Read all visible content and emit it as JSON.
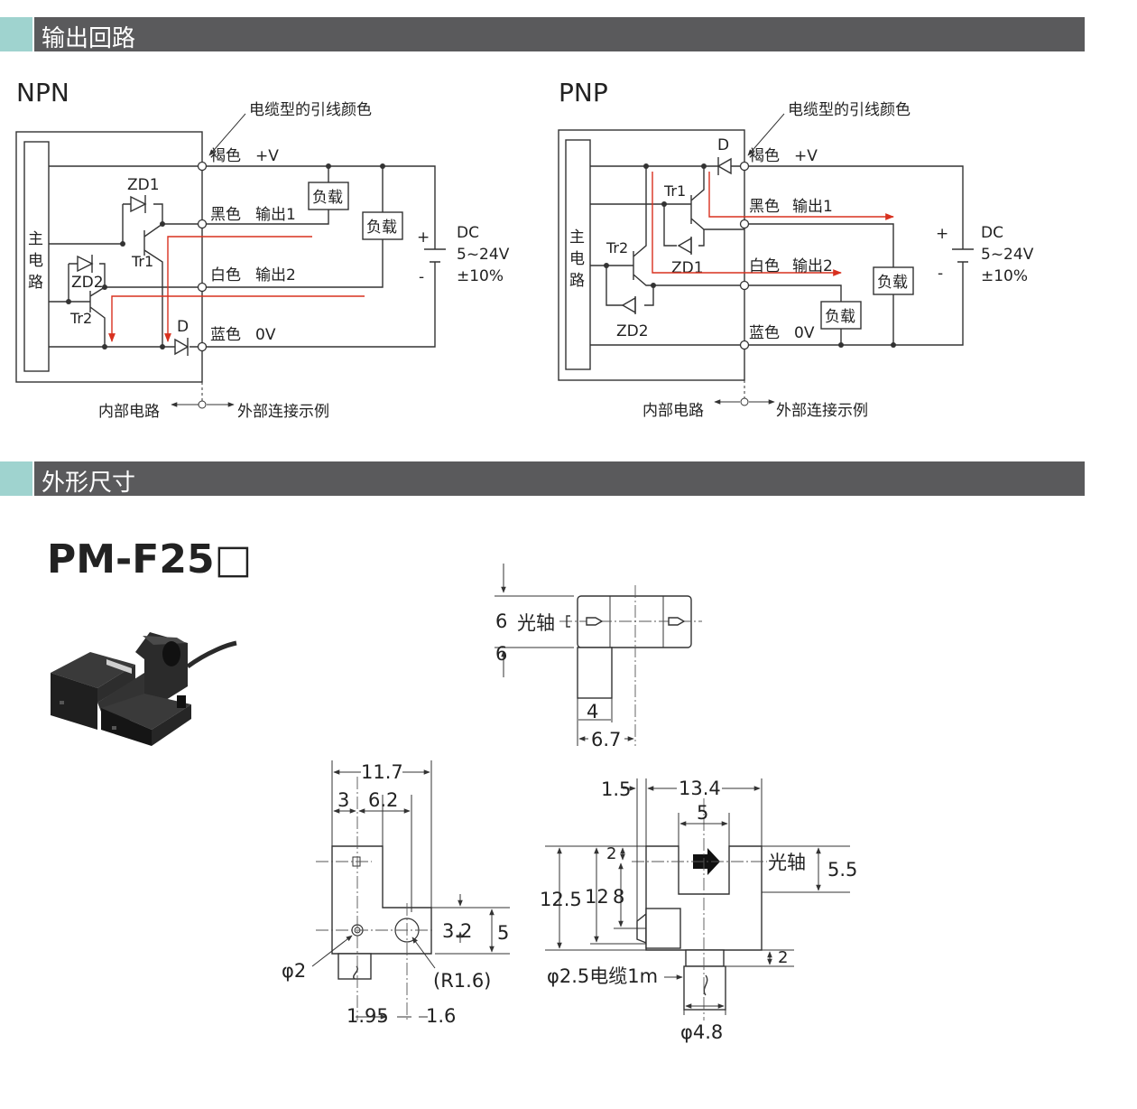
{
  "sections": {
    "output_circuit_title": "输出回路",
    "dimensions_title": "外形尺寸"
  },
  "npn": {
    "title": "NPN",
    "cable_note": "电缆型的引线颜色",
    "main_circuit_chars": [
      "主",
      "电",
      "路"
    ],
    "wires": {
      "brown": "褐色",
      "plus_v": "+V",
      "black": "黑色",
      "out1": "输出1",
      "white": "白色",
      "out2": "输出2",
      "blue": "蓝色",
      "zero_v": "0V"
    },
    "components": {
      "zd1": "ZD1",
      "zd2": "ZD2",
      "tr1": "Tr1",
      "tr2": "Tr2",
      "d": "D"
    },
    "load": "负载",
    "supply": {
      "plus": "+",
      "minus": "-",
      "dc": "DC",
      "range": "5~24V",
      "tol": "±10%"
    },
    "internal": "内部电路",
    "external": "外部连接示例"
  },
  "pnp": {
    "title": "PNP",
    "cable_note": "电缆型的引线颜色",
    "main_circuit_chars": [
      "主",
      "电",
      "路"
    ],
    "wires": {
      "brown": "褐色",
      "plus_v": "+V",
      "black": "黑色",
      "out1": "输出1",
      "white": "白色",
      "out2": "输出2",
      "blue": "蓝色",
      "zero_v": "0V"
    },
    "components": {
      "zd1": "ZD1",
      "zd2": "ZD2",
      "tr1": "Tr1",
      "tr2": "Tr2",
      "d": "D"
    },
    "load": "负载",
    "supply": {
      "plus": "+",
      "minus": "-",
      "dc": "DC",
      "range": "5~24V",
      "tol": "±10%"
    },
    "internal": "内部电路",
    "external": "外部连接示例"
  },
  "product": {
    "model": "PM-F25□"
  },
  "dims": {
    "top_view": {
      "d6a": "6",
      "optical_axis": "光轴",
      "d6b": "6",
      "d4": "4",
      "d67": "6.7"
    },
    "front_view": {
      "d117": "11.7",
      "d3": "3",
      "d62": "6.2",
      "d32": "3.2",
      "d5": "5",
      "phi2": "φ2",
      "r16": "(R1.6)",
      "d195": "1.95",
      "d16": "1.6"
    },
    "side_view": {
      "d15": "1.5",
      "d134": "13.4",
      "d5": "5",
      "d2a": "2",
      "d125": "12.5",
      "d12": "12",
      "d8": "8",
      "optical_axis": "光轴",
      "d55": "5.5",
      "d2b": "2",
      "cable": "φ2.5电缆1m",
      "phi48": "φ4.8"
    }
  }
}
